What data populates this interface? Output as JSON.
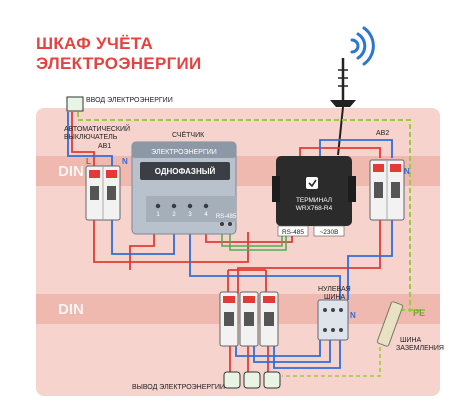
{
  "title": {
    "line1": "ШКАФ УЧЁТА",
    "line2": "ЭЛЕКТРОЭНЕРГИИ"
  },
  "din_labels": [
    "DIN",
    "DIN"
  ],
  "labels": {
    "input": "ВВОД ЭЛЕКТРОЭНЕРГИИ",
    "breakers_line1": "АВТОМАТИЧЕСКИЙ",
    "breakers_line2": "ВЫКЛЮЧАТЕЛЬ",
    "ab1": "АВ1",
    "ab2": "АВ2",
    "meter": "СЧЁТЧИК",
    "meter_title": "ЭЛЕКТРОЭНЕРГИИ",
    "meter_type": "ОДНОФАЗНЫЙ",
    "rs485_meter": "RS-485",
    "terminal_line1": "ТЕРМИНАЛ",
    "terminal_line2": "WRX768-R4",
    "rs485_terminal": "RS-485",
    "v230": "~230В",
    "neutral_bus_line1": "НУЛЕВАЯ",
    "neutral_bus_line2": "ШИНА",
    "ground_bus_line1": "ШИНА",
    "ground_bus_line2": "ЗАЗЕМЛЕНИЯ",
    "pe": "PE",
    "output": "ВЫВОД ЭЛЕКТРОЭНЕРГИИ"
  },
  "terminal_numbers": [
    "1",
    "2",
    "3",
    "4"
  ],
  "phase_labels": {
    "left_l": "L",
    "left_n": "N",
    "right_n": "N",
    "bus_n": "N"
  },
  "colors": {
    "title": "#e8423f",
    "cabinet": "#f6d3cd",
    "din_rail": "#f0b9b0",
    "phase_wire": "#e23b36",
    "neutral_wire": "#2f6fd6",
    "ground_wire": "#9ccc3c",
    "data_wire_green": "#4caf50",
    "terminal_body": "#2b2b2b",
    "meter_body": "#b9c2cc"
  },
  "icons": [
    "antenna-icon",
    "wifi-signal-icon",
    "terminal-logo-icon"
  ]
}
